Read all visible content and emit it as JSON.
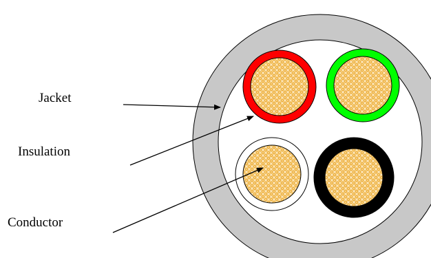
{
  "labels": {
    "jacket": "Jacket",
    "insulation": "Insulation",
    "conductor": "Conductor"
  },
  "colors": {
    "jacket": "#c8c8c8",
    "conductor_fill": "#f7d28a",
    "conductor_pattern": "#e9a62a",
    "insulation_red": "#ff0000",
    "insulation_green": "#00ff00",
    "insulation_white": "#ffffff",
    "insulation_black": "#000000",
    "outline": "#000000"
  }
}
